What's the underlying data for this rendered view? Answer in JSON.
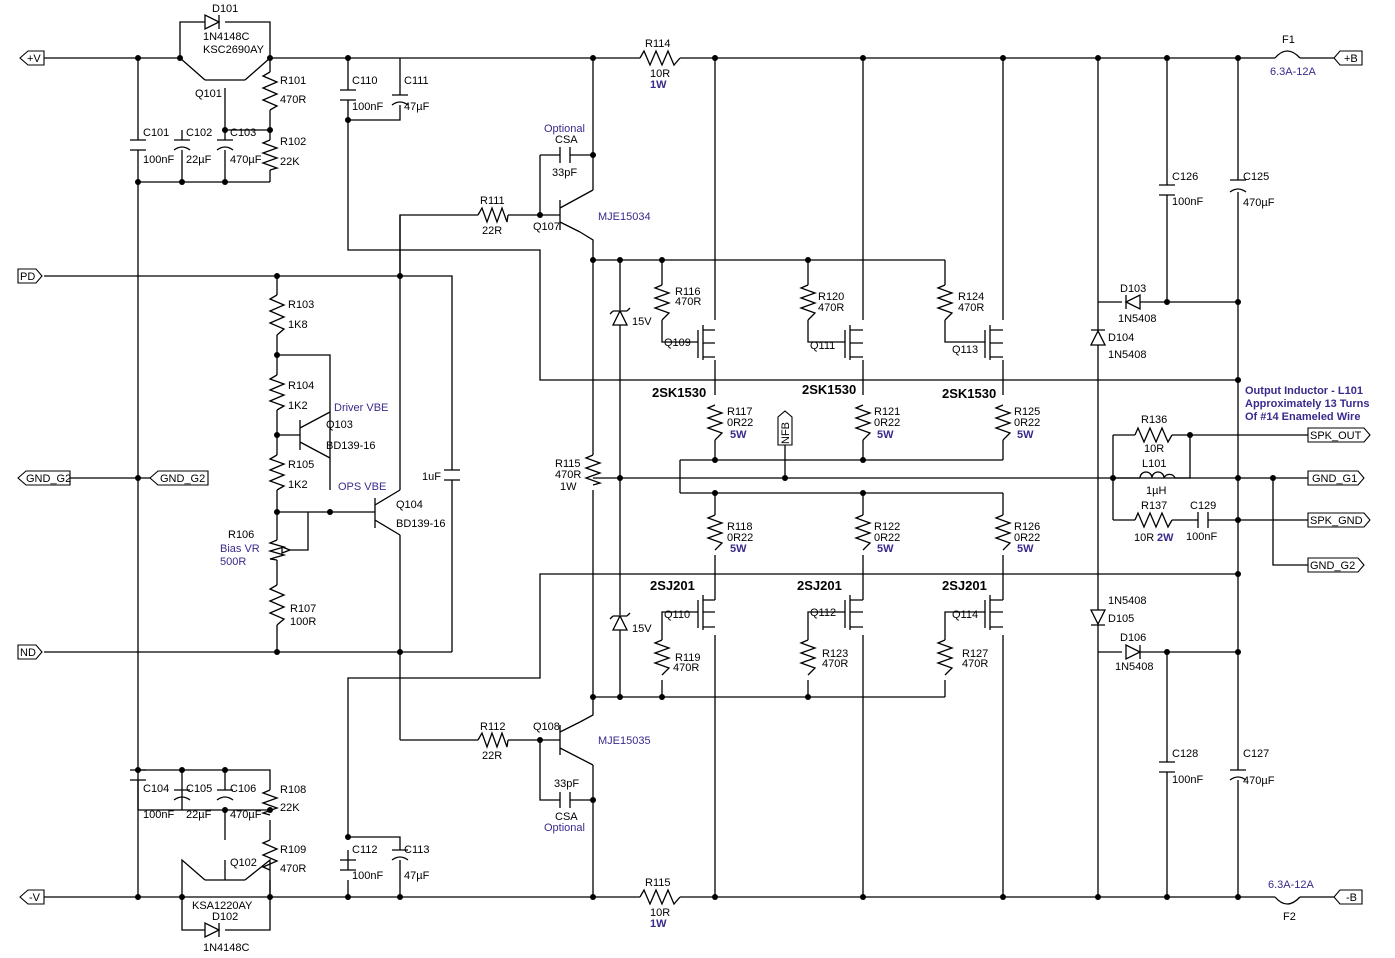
{
  "ports": {
    "vpos": "+V",
    "pd": "PD",
    "gnd_g2_left": "GND_G2",
    "gnd_g2_mid": "GND_G2",
    "nd": "ND",
    "vneg": "-V",
    "bpos": "+B",
    "bneg": "-B",
    "spk_out": "SPK_OUT",
    "gnd_g1": "GND_G1",
    "spk_gnd": "SPK_GND",
    "gnd_g2_right": "GND_G2",
    "nfb": "NFB"
  },
  "labels": {
    "d101": "D101",
    "d101_part": "1N4148C",
    "q101_part": "KSC2690AY",
    "q101": "Q101",
    "r101": "R101",
    "r101_v": "470R",
    "r102": "R102",
    "r102_v": "22K",
    "c101": "C101",
    "c101_v": "100nF",
    "c102": "C102",
    "c102_v": "22µF",
    "c103": "C103",
    "c103_v": "470µF",
    "c110": "C110",
    "c110_v": "100nF",
    "c111": "C111",
    "c111_v": "47µF",
    "r114": "R114",
    "r114_v": "10R",
    "r114_w": "1W",
    "optional_top": "Optional",
    "csa_top": "CSA",
    "c_33p_top": "33pF",
    "r111": "R111",
    "r111_v": "22R",
    "q107": "Q107",
    "q107_part": "MJE15034",
    "r103": "R103",
    "r103_v": "1K8",
    "r104": "R104",
    "r104_v": "1K2",
    "r105": "R105",
    "r105_v": "1K2",
    "driver_vbe": "Driver VBE",
    "q103": "Q103",
    "q103_part": "BD139-16",
    "ops_vbe": "OPS VBE",
    "q104": "Q104",
    "q104_part": "BD139-16",
    "r106": "R106",
    "bias_vr": "Bias VR",
    "r106_v": "500R",
    "r107": "R107",
    "r107_v": "100R",
    "c_1uf": "1uF",
    "r115_mid": "R115",
    "r115_mid_v": "470R",
    "r115_mid_w": "1W",
    "z_15v_top": "15V",
    "z_15v_bot": "15V",
    "r116": "R116",
    "r116_v": "470R",
    "r120": "R120",
    "r120_v": "470R",
    "r124": "R124",
    "r124_v": "470R",
    "q109": "Q109",
    "q111": "Q111",
    "q113": "Q113",
    "n_2sk1530_a": "2SK1530",
    "n_2sk1530_b": "2SK1530",
    "n_2sk1530_c": "2SK1530",
    "r117": "R117",
    "r117_v": "0R22",
    "r117_w": "5W",
    "r121": "R121",
    "r121_v": "0R22",
    "r121_w": "5W",
    "r125": "R125",
    "r125_v": "0R22",
    "r125_w": "5W",
    "r118": "R118",
    "r118_v": "0R22",
    "r118_w": "5W",
    "r122": "R122",
    "r122_v": "0R22",
    "r122_w": "5W",
    "r126": "R126",
    "r126_v": "0R22",
    "r126_w": "5W",
    "n_2sj201_a": "2SJ201",
    "n_2sj201_b": "2SJ201",
    "n_2sj201_c": "2SJ201",
    "q110": "Q110",
    "q112": "Q112",
    "q114": "Q114",
    "r119": "R119",
    "r119_v": "470R",
    "r123": "R123",
    "r123_v": "470R",
    "r127": "R127",
    "r127_v": "470R",
    "r112": "R112",
    "r112_v": "22R",
    "q108": "Q108",
    "q108_part": "MJE15035",
    "c_33p_bot": "33pF",
    "csa_bot": "CSA",
    "optional_bot": "Optional",
    "c104": "C104",
    "c104_v": "100nF",
    "c105": "C105",
    "c105_v": "22µF",
    "c106": "C106",
    "c106_v": "470µF",
    "r108": "R108",
    "r108_v": "22K",
    "r109": "R109",
    "r109_v": "470R",
    "q102": "Q102",
    "q102_part": "KSA1220AY",
    "d102": "D102",
    "d102_part": "1N4148C",
    "c112": "C112",
    "c112_v": "100nF",
    "c113": "C113",
    "c113_v": "47µF",
    "r115_bot": "R115",
    "r115_bot_v": "10R",
    "r115_bot_w": "1W",
    "f1": "F1",
    "f1_v": "6.3A-12A",
    "f2": "F2",
    "f2_v": "6.3A-12A",
    "c126": "C126",
    "c126_v": "100nF",
    "c125": "C125",
    "c125_v": "470µF",
    "d103": "D103",
    "d103_part": "1N5408",
    "d104": "D104",
    "d104_part": "1N5408",
    "d105_part": "1N5408",
    "d105": "D105",
    "d106": "D106",
    "d106_part": "1N5408",
    "c128": "C128",
    "c128_v": "100nF",
    "c127": "C127",
    "c127_v": "470µF",
    "inductor_note_1": "Output Inductor - L101",
    "inductor_note_2": "Approximately 13 Turns",
    "inductor_note_3": "Of #14 Enameled Wire",
    "r136": "R136",
    "r136_v": "10R",
    "l101": "L101",
    "l101_v": "1µH",
    "r137": "R137",
    "r137_v": "10R",
    "r137_w": "2W",
    "c129": "C129",
    "c129_v": "100nF"
  }
}
